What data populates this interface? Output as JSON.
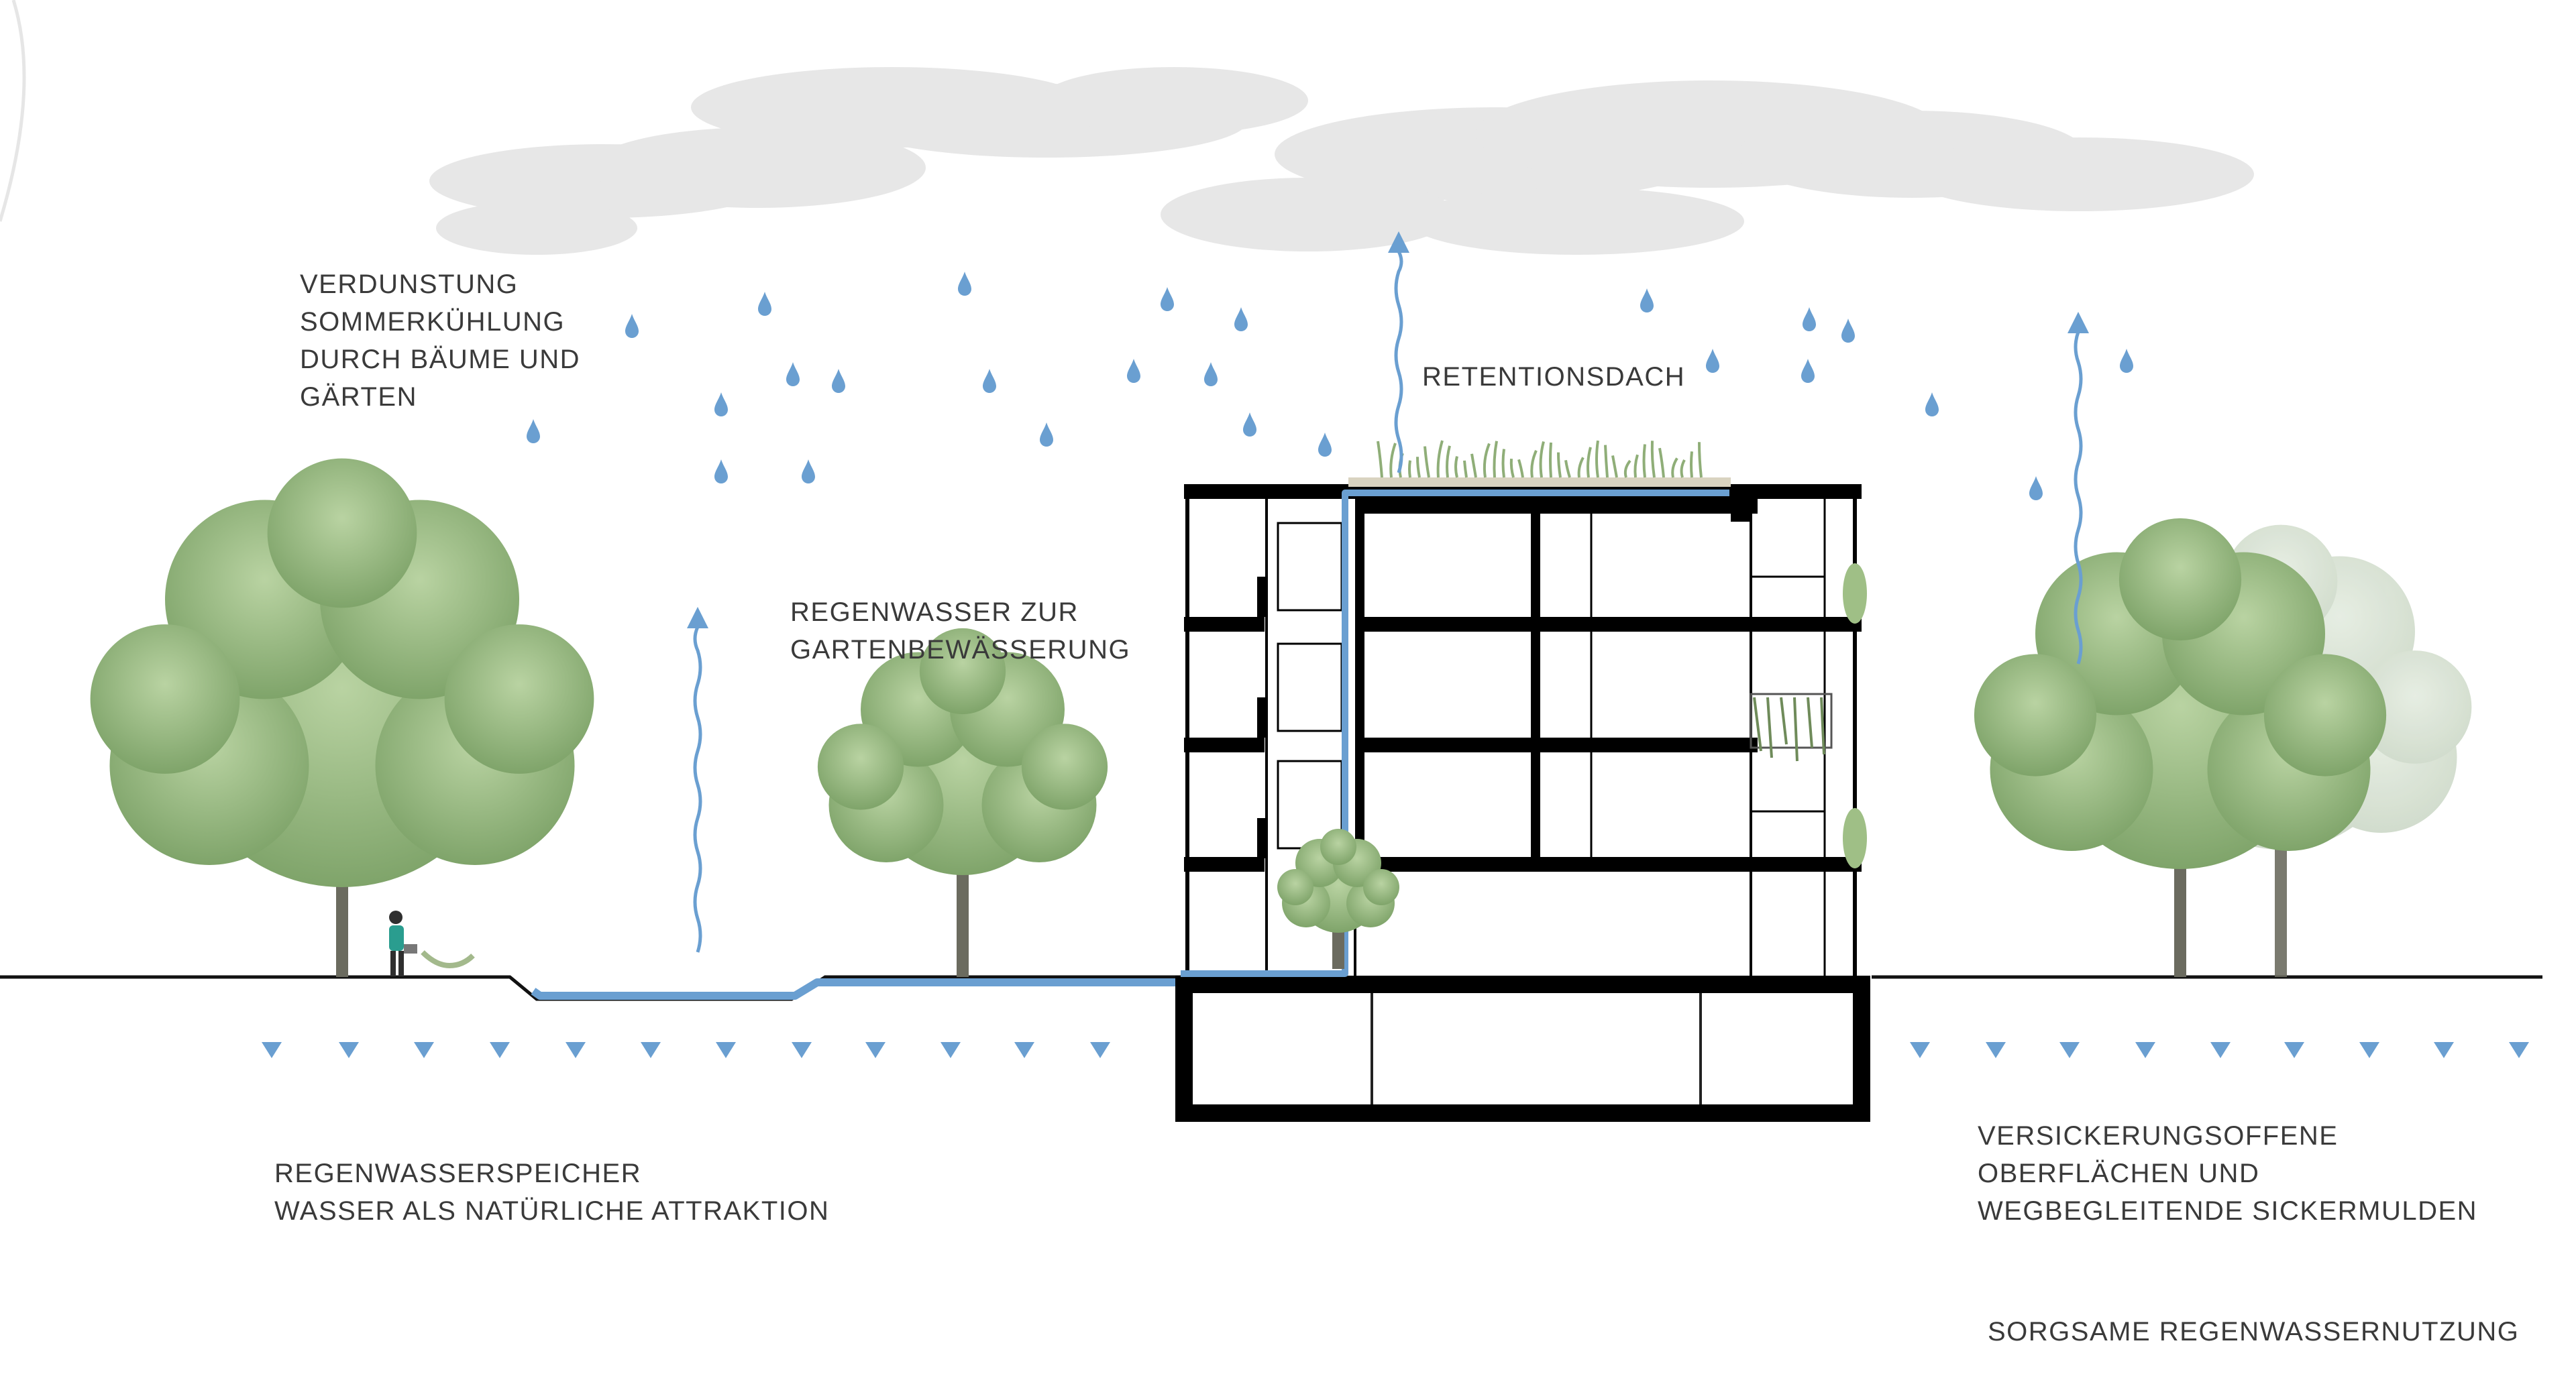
{
  "labels": {
    "evaporation": "VERDUNSTUNG\nSOMMERKÜHLUNG\nDURCH BÄUME UND\nGÄRTEN",
    "retention_roof": "RETENTIONSDACH",
    "garden_irrigation": "REGENWASSER ZUR\nGARTENBEWÄSSERUNG",
    "rainwater_storage": "REGENWASSERSPEICHER\nWASSER ALS NATÜRLICHE ATTRAKTION",
    "infiltration": "VERSICKERUNGSOFFENE\nOBERFLÄCHEN UND\nWEGBEGLEITENDE SICKERMULDEN",
    "footer_title": "SORGSAME REGENWASSERNUTZUNG"
  },
  "colors": {
    "water": "#6a9fd1",
    "structure": "#000000",
    "tree_foliage": "#9fbf86",
    "tree_foliage_light": "#c8dcb8",
    "cloud": "#e3e3e3",
    "text": "#3a3a3a"
  },
  "icons": {
    "raindrop": "raindrop-icon",
    "evaporation_arrow": "up-arrow-icon",
    "infiltration_marker": "down-triangle-icon",
    "person": "person-watering-icon"
  }
}
